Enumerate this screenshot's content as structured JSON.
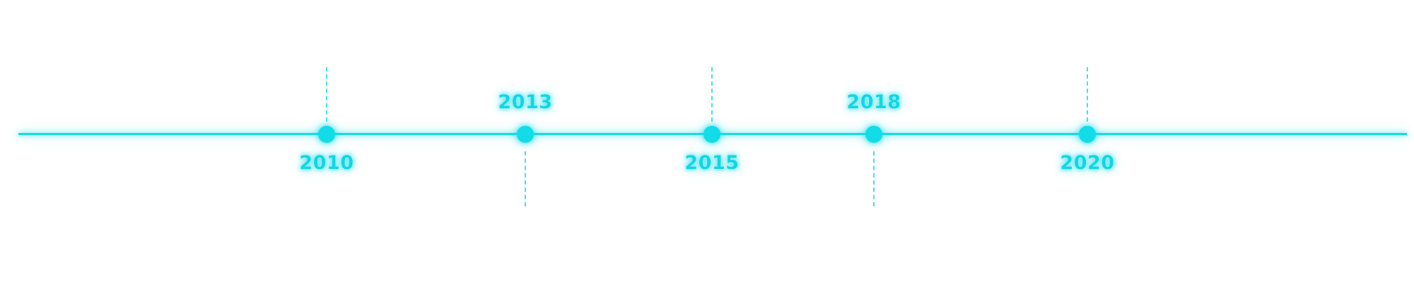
{
  "timeline": {
    "events": [
      {
        "year": "2010",
        "label_position": "below"
      },
      {
        "year": "2013",
        "label_position": "above"
      },
      {
        "year": "2015",
        "label_position": "below"
      },
      {
        "year": "2018",
        "label_position": "above"
      },
      {
        "year": "2020",
        "label_position": "below"
      }
    ],
    "accent_color": "#15DBE8"
  }
}
